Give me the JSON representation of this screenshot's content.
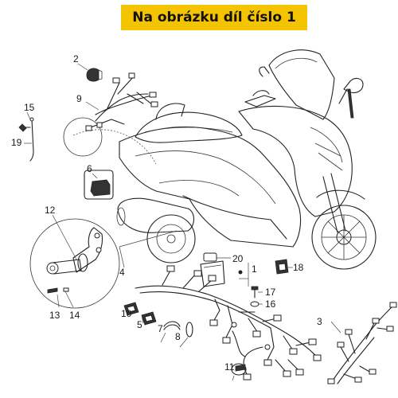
{
  "banner": {
    "text": "Na obrázku díl číslo 1",
    "color": "#f5c400"
  },
  "callouts": {
    "c1": "1",
    "c2": "2",
    "c3": "3",
    "c4": "4",
    "c5": "5",
    "c6": "6",
    "c7": "7",
    "c8": "8",
    "c9": "9",
    "c10": "10",
    "c11": "11",
    "c12": "12",
    "c13": "13",
    "c14": "14",
    "c15": "15",
    "c16": "16",
    "c17": "17",
    "c18": "18",
    "c19": "19",
    "c20": "20"
  },
  "icons": {
    "scooter": "scooter-outline-icon",
    "harness": "wiring-harness-icon"
  }
}
